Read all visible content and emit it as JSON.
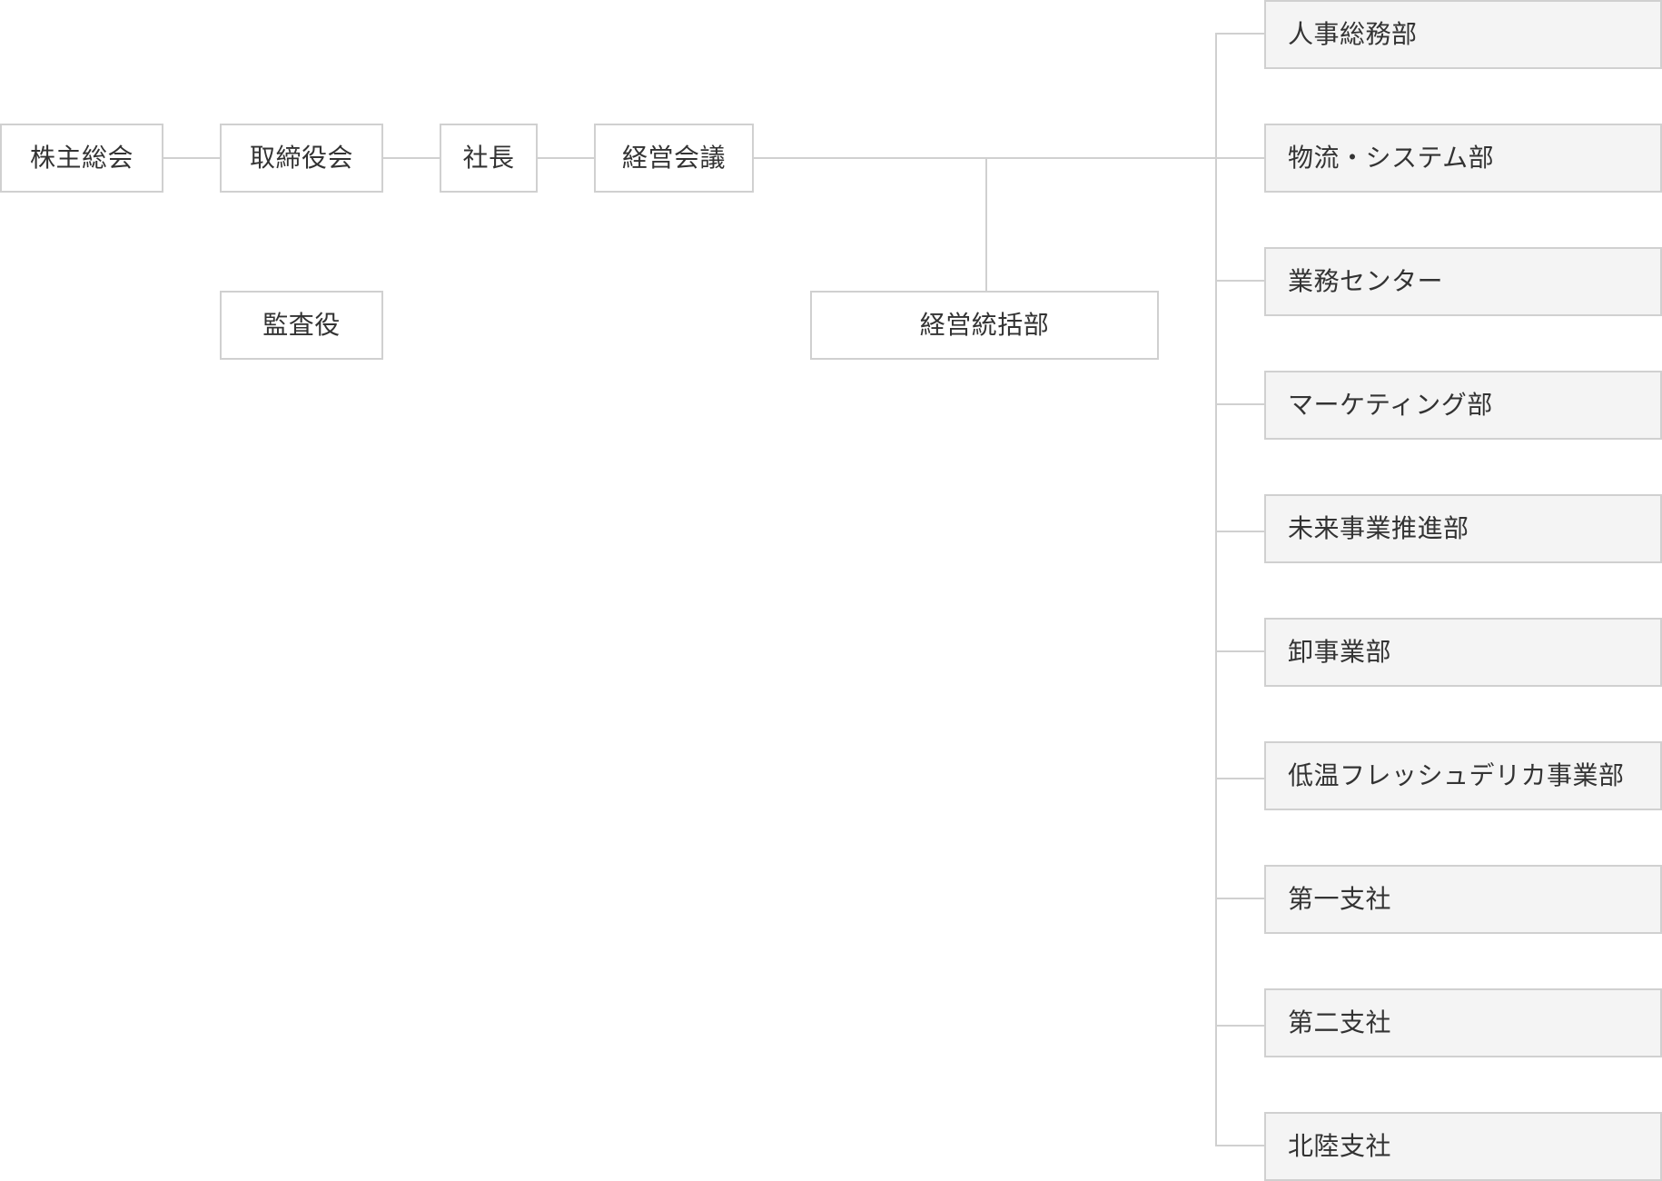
{
  "top_chain": {
    "shareholders_meeting": "株主総会",
    "board_of_directors": "取締役会",
    "president": "社長",
    "management_meeting": "経営会議"
  },
  "auditor": "監査役",
  "management_integration_dept": "経営統括部",
  "departments": [
    "人事総務部",
    "物流・システム部",
    "業務センター",
    "マーケティング部",
    "未来事業推進部",
    "卸事業部",
    "低温フレッシュデリカ事業部",
    "第一支社",
    "第二支社",
    "北陸支社"
  ],
  "colors": {
    "line": "#d0d0d0",
    "box_border": "#d0d0d0",
    "dept_fill": "#f4f4f4",
    "text": "#333333"
  }
}
